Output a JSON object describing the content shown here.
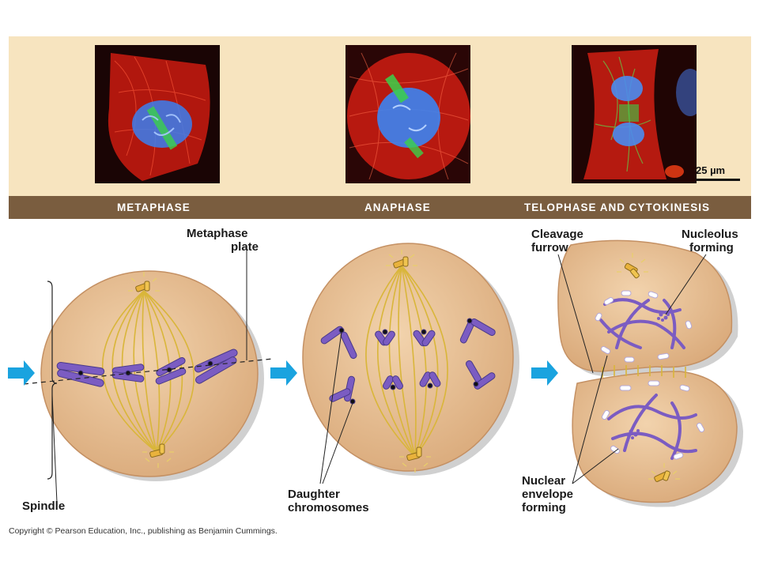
{
  "phases": {
    "metaphase": "METAPHASE",
    "anaphase": "ANAPHASE",
    "telophase": "TELOPHASE AND CYTOKINESIS"
  },
  "scale_bar": "25 µm",
  "labels": {
    "metaphase_plate_1": "Metaphase",
    "metaphase_plate_2": "plate",
    "spindle": "Spindle",
    "daughter_1": "Daughter",
    "daughter_2": "chromosomes",
    "cleavage_1": "Cleavage",
    "cleavage_2": "furrow",
    "nucleolus_1": "Nucleolus",
    "nucleolus_2": "forming",
    "nuclear_1": "Nuclear",
    "nuclear_2": "envelope",
    "nuclear_3": "forming"
  },
  "copyright": "Copyright © Pearson Education, Inc., publishing as Benjamin Cummings.",
  "colors": {
    "panel": "#f7e4bf",
    "bar": "#7a5d3f",
    "cell": "#e3b98b",
    "spindle": "#d9b63a",
    "chromosome": "#7b5cc2",
    "arrow": "#1aa3df",
    "microtubule": "#e2281c",
    "dna": "#4a8cf0"
  }
}
